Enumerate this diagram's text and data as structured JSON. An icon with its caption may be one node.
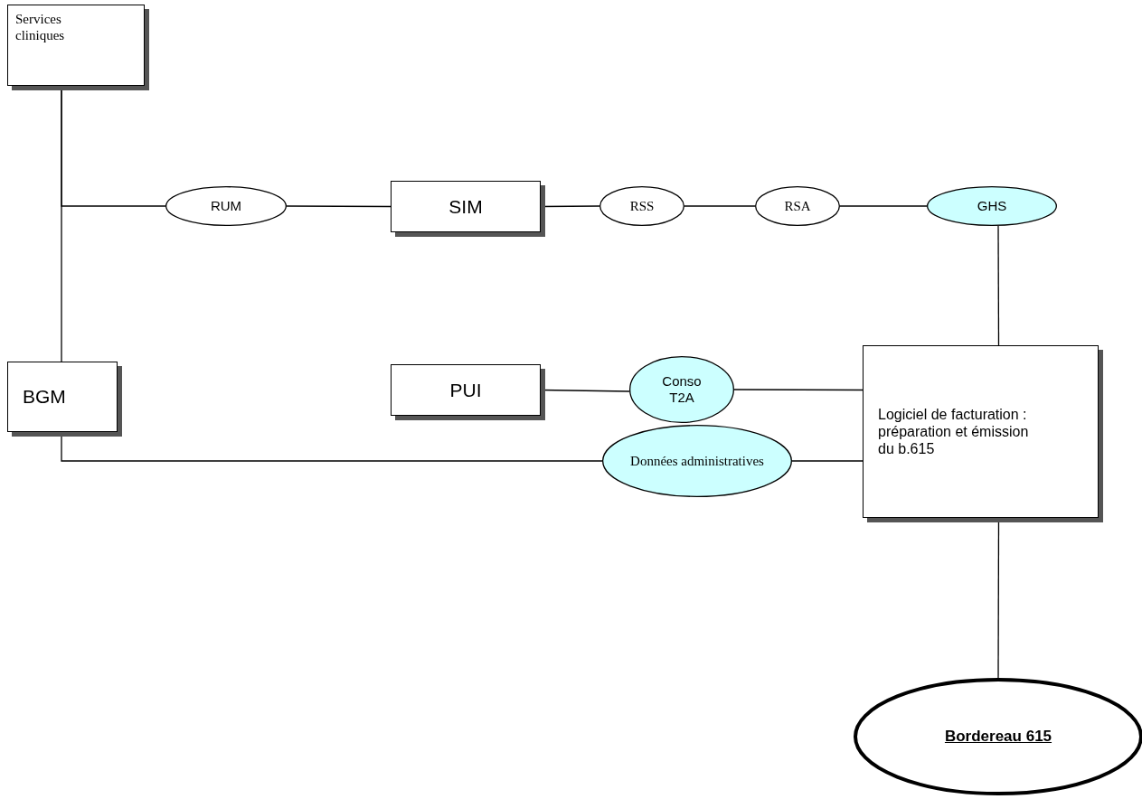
{
  "diagram": {
    "nodes": [
      {
        "text": [
          "Services cliniques"
        ]
      },
      {
        "text": [
          "RUM"
        ]
      },
      {
        "text": [
          "SIM"
        ]
      },
      {
        "text": [
          "RSS"
        ]
      },
      {
        "text": [
          "RSA"
        ]
      },
      {
        "text": [
          "GHS"
        ]
      },
      {
        "text": [
          "BGM"
        ]
      },
      {
        "text": [
          "PUI"
        ]
      },
      {
        "text": [
          "Conso T2A"
        ]
      },
      {
        "text": [
          "Données administratives"
        ]
      },
      {
        "text": [
          "Logiciel de facturation : préparation et émission du b.615"
        ]
      },
      {
        "text": [
          "Bordereau 615"
        ]
      }
    ],
    "edges": [
      {
        "from": 0,
        "to": 6,
        "arrow": "none"
      },
      {
        "from": 0,
        "to": 1,
        "arrow": "none"
      },
      {
        "from": 1,
        "to": 2,
        "arrow": "none"
      },
      {
        "from": 2,
        "to": 3,
        "arrow": "none"
      },
      {
        "from": 3,
        "to": 4,
        "arrow": "none"
      },
      {
        "from": 4,
        "to": 5,
        "arrow": "none"
      },
      {
        "from": 5,
        "to": 10,
        "arrow": "none"
      },
      {
        "from": 7,
        "to": 8,
        "arrow": "none"
      },
      {
        "from": 8,
        "to": 10,
        "arrow": "none"
      },
      {
        "from": 6,
        "to": 9,
        "arrow": "none"
      },
      {
        "from": 9,
        "to": 10,
        "arrow": "none"
      },
      {
        "from": 10,
        "to": 11,
        "arrow": "none"
      }
    ]
  }
}
